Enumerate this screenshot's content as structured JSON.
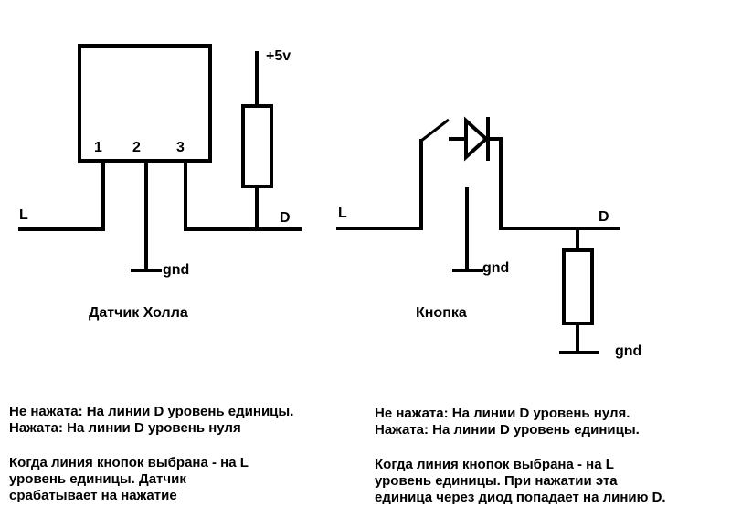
{
  "hall": {
    "pin1": "1",
    "pin2": "2",
    "pin3": "3",
    "supply": "+5v",
    "line_l": "L",
    "line_d": "D",
    "ground": "gnd",
    "caption": "Датчик Холла",
    "text_line1": "Не нажата: На линии D уровень единицы.",
    "text_line2": "Нажата: На линии D уровень нуля",
    "text_line3": "Когда линия кнопок выбрана - на L",
    "text_line4": "уровень единицы. Датчик",
    "text_line5": "срабатывает на нажатие"
  },
  "button": {
    "line_l": "L",
    "line_d": "D",
    "ground_left": "gnd",
    "ground_right": "gnd",
    "caption": "Кнопка",
    "text_line1": "Не нажата: На линии D уровень нуля.",
    "text_line2": "Нажата: На линии D уровень единицы.",
    "text_line3": "Когда линия кнопок выбрана - на L",
    "text_line4": "уровень единицы. При нажатии эта",
    "text_line5": "единица через диод попадает на линию D."
  }
}
